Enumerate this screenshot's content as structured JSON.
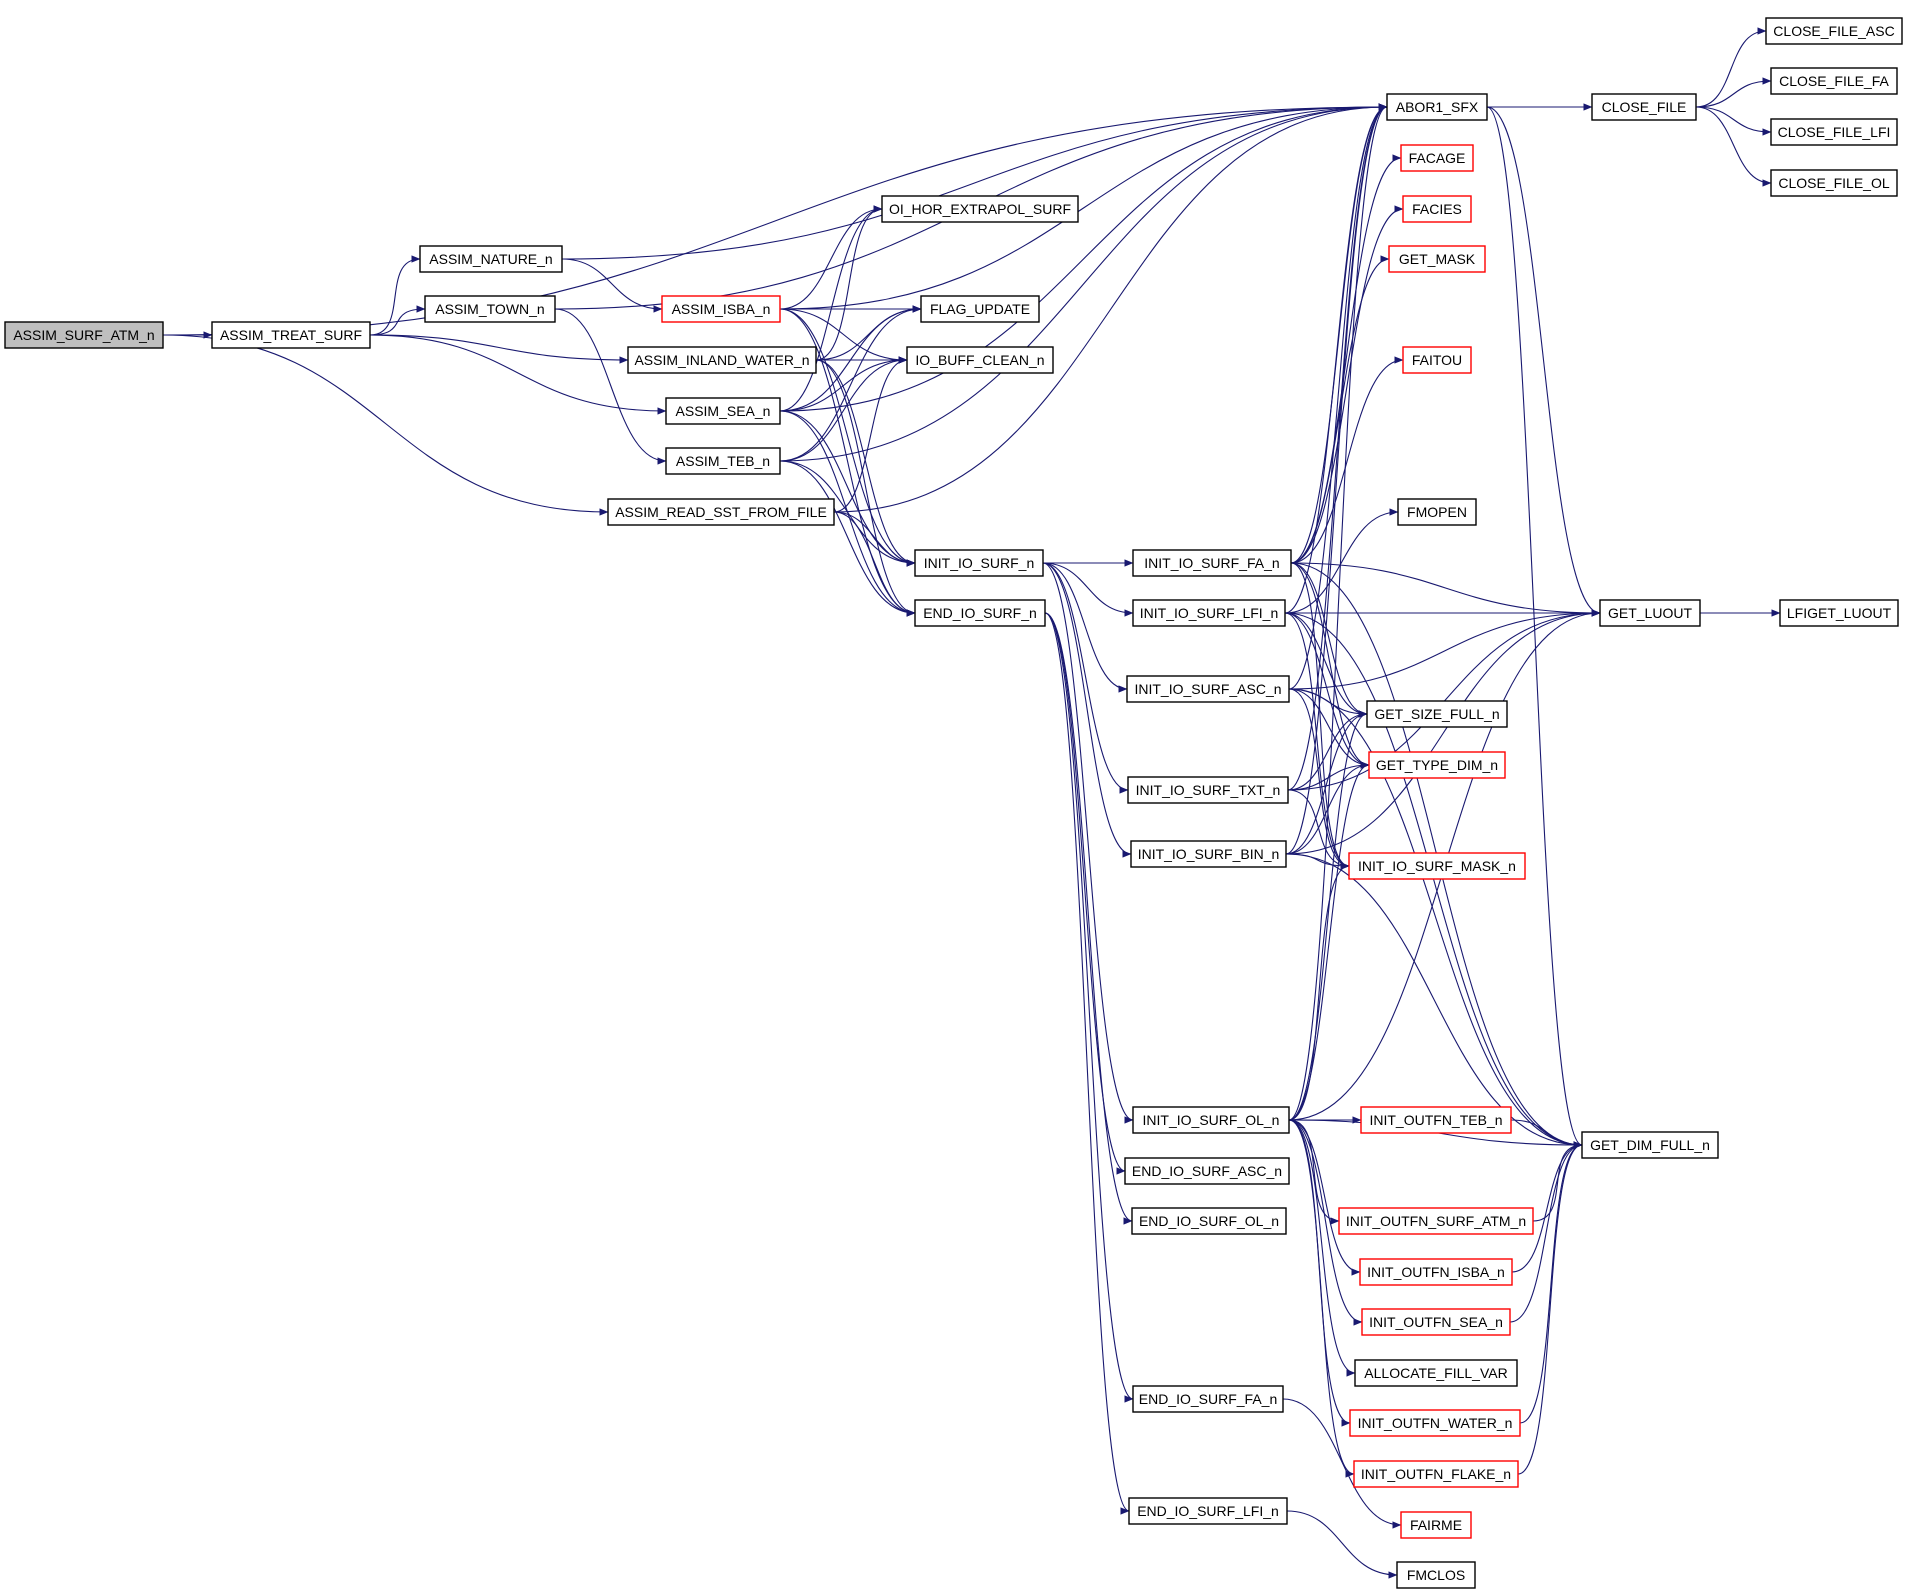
{
  "colors": {
    "edge": "#191970",
    "node_border_default": "#000000",
    "node_border_truncated": "#ff0000",
    "root_fill": "#bfbfbf",
    "node_fill": "#ffffff"
  },
  "nodes": [
    {
      "id": "assim_surf_atm",
      "label": "ASSIM_SURF_ATM_n",
      "kind": "root"
    },
    {
      "id": "assim_treat_surf",
      "label": "ASSIM_TREAT_SURF",
      "kind": "normal"
    },
    {
      "id": "assim_nature",
      "label": "ASSIM_NATURE_n",
      "kind": "normal"
    },
    {
      "id": "assim_town",
      "label": "ASSIM_TOWN_n",
      "kind": "normal"
    },
    {
      "id": "assim_isba",
      "label": "ASSIM_ISBA_n",
      "kind": "truncated"
    },
    {
      "id": "assim_inland_water",
      "label": "ASSIM_INLAND_WATER_n",
      "kind": "normal"
    },
    {
      "id": "assim_sea",
      "label": "ASSIM_SEA_n",
      "kind": "normal"
    },
    {
      "id": "assim_teb",
      "label": "ASSIM_TEB_n",
      "kind": "normal"
    },
    {
      "id": "assim_read_sst",
      "label": "ASSIM_READ_SST_FROM_FILE",
      "kind": "normal"
    },
    {
      "id": "oi_hor",
      "label": "OI_HOR_EXTRAPOL_SURF",
      "kind": "normal"
    },
    {
      "id": "flag_update",
      "label": "FLAG_UPDATE",
      "kind": "normal"
    },
    {
      "id": "io_buff_clean",
      "label": "IO_BUFF_CLEAN_n",
      "kind": "normal"
    },
    {
      "id": "init_io_surf",
      "label": "INIT_IO_SURF_n",
      "kind": "normal"
    },
    {
      "id": "end_io_surf",
      "label": "END_IO_SURF_n",
      "kind": "normal"
    },
    {
      "id": "abor1_sfx",
      "label": "ABOR1_SFX",
      "kind": "normal"
    },
    {
      "id": "facage",
      "label": "FACAGE",
      "kind": "truncated"
    },
    {
      "id": "facies",
      "label": "FACIES",
      "kind": "truncated"
    },
    {
      "id": "get_mask",
      "label": "GET_MASK",
      "kind": "truncated"
    },
    {
      "id": "faitou",
      "label": "FAITOU",
      "kind": "truncated"
    },
    {
      "id": "fmopen",
      "label": "FMOPEN",
      "kind": "normal"
    },
    {
      "id": "init_io_surf_fa",
      "label": "INIT_IO_SURF_FA_n",
      "kind": "normal"
    },
    {
      "id": "init_io_surf_lfi",
      "label": "INIT_IO_SURF_LFI_n",
      "kind": "normal"
    },
    {
      "id": "init_io_surf_asc",
      "label": "INIT_IO_SURF_ASC_n",
      "kind": "normal"
    },
    {
      "id": "init_io_surf_txt",
      "label": "INIT_IO_SURF_TXT_n",
      "kind": "normal"
    },
    {
      "id": "init_io_surf_bin",
      "label": "INIT_IO_SURF_BIN_n",
      "kind": "normal"
    },
    {
      "id": "init_io_surf_ol",
      "label": "INIT_IO_SURF_OL_n",
      "kind": "normal"
    },
    {
      "id": "end_io_surf_asc",
      "label": "END_IO_SURF_ASC_n",
      "kind": "normal"
    },
    {
      "id": "end_io_surf_ol",
      "label": "END_IO_SURF_OL_n",
      "kind": "normal"
    },
    {
      "id": "end_io_surf_fa",
      "label": "END_IO_SURF_FA_n",
      "kind": "normal"
    },
    {
      "id": "end_io_surf_lfi",
      "label": "END_IO_SURF_LFI_n",
      "kind": "normal"
    },
    {
      "id": "get_size_full",
      "label": "GET_SIZE_FULL_n",
      "kind": "normal"
    },
    {
      "id": "get_type_dim",
      "label": "GET_TYPE_DIM_n",
      "kind": "truncated"
    },
    {
      "id": "init_io_surf_mask",
      "label": "INIT_IO_SURF_MASK_n",
      "kind": "truncated"
    },
    {
      "id": "init_outfn_teb",
      "label": "INIT_OUTFN_TEB_n",
      "kind": "truncated"
    },
    {
      "id": "init_outfn_surf_atm",
      "label": "INIT_OUTFN_SURF_ATM_n",
      "kind": "truncated"
    },
    {
      "id": "init_outfn_isba",
      "label": "INIT_OUTFN_ISBA_n",
      "kind": "truncated"
    },
    {
      "id": "init_outfn_sea",
      "label": "INIT_OUTFN_SEA_n",
      "kind": "truncated"
    },
    {
      "id": "allocate_fill_var",
      "label": "ALLOCATE_FILL_VAR",
      "kind": "normal"
    },
    {
      "id": "init_outfn_water",
      "label": "INIT_OUTFN_WATER_n",
      "kind": "truncated"
    },
    {
      "id": "init_outfn_flake",
      "label": "INIT_OUTFN_FLAKE_n",
      "kind": "truncated"
    },
    {
      "id": "fairme",
      "label": "FAIRME",
      "kind": "truncated"
    },
    {
      "id": "fmclos",
      "label": "FMCLOS",
      "kind": "normal"
    },
    {
      "id": "close_file",
      "label": "CLOSE_FILE",
      "kind": "normal"
    },
    {
      "id": "get_luout",
      "label": "GET_LUOUT",
      "kind": "normal"
    },
    {
      "id": "get_dim_full",
      "label": "GET_DIM_FULL_n",
      "kind": "normal"
    },
    {
      "id": "close_file_asc",
      "label": "CLOSE_FILE_ASC",
      "kind": "normal"
    },
    {
      "id": "close_file_fa",
      "label": "CLOSE_FILE_FA",
      "kind": "normal"
    },
    {
      "id": "close_file_lfi",
      "label": "CLOSE_FILE_LFI",
      "kind": "normal"
    },
    {
      "id": "close_file_ol",
      "label": "CLOSE_FILE_OL",
      "kind": "normal"
    },
    {
      "id": "lfiget_luout",
      "label": "LFIGET_LUOUT",
      "kind": "normal"
    }
  ],
  "edges": [
    [
      "assim_surf_atm",
      "assim_treat_surf"
    ],
    [
      "assim_surf_atm",
      "abor1_sfx"
    ],
    [
      "assim_surf_atm",
      "assim_read_sst"
    ],
    [
      "assim_treat_surf",
      "assim_nature"
    ],
    [
      "assim_treat_surf",
      "assim_town"
    ],
    [
      "assim_treat_surf",
      "assim_inland_water"
    ],
    [
      "assim_treat_surf",
      "assim_sea"
    ],
    [
      "assim_nature",
      "abor1_sfx"
    ],
    [
      "assim_nature",
      "assim_isba"
    ],
    [
      "assim_town",
      "abor1_sfx"
    ],
    [
      "assim_town",
      "assim_teb"
    ],
    [
      "assim_isba",
      "abor1_sfx"
    ],
    [
      "assim_isba",
      "oi_hor"
    ],
    [
      "assim_isba",
      "flag_update"
    ],
    [
      "assim_isba",
      "io_buff_clean"
    ],
    [
      "assim_isba",
      "init_io_surf"
    ],
    [
      "assim_isba",
      "end_io_surf"
    ],
    [
      "assim_inland_water",
      "oi_hor"
    ],
    [
      "assim_inland_water",
      "flag_update"
    ],
    [
      "assim_inland_water",
      "io_buff_clean"
    ],
    [
      "assim_inland_water",
      "init_io_surf"
    ],
    [
      "assim_inland_water",
      "end_io_surf"
    ],
    [
      "assim_sea",
      "abor1_sfx"
    ],
    [
      "assim_sea",
      "oi_hor"
    ],
    [
      "assim_sea",
      "flag_update"
    ],
    [
      "assim_sea",
      "io_buff_clean"
    ],
    [
      "assim_sea",
      "init_io_surf"
    ],
    [
      "assim_sea",
      "end_io_surf"
    ],
    [
      "assim_teb",
      "abor1_sfx"
    ],
    [
      "assim_teb",
      "flag_update"
    ],
    [
      "assim_teb",
      "io_buff_clean"
    ],
    [
      "assim_teb",
      "init_io_surf"
    ],
    [
      "assim_teb",
      "end_io_surf"
    ],
    [
      "assim_read_sst",
      "abor1_sfx"
    ],
    [
      "assim_read_sst",
      "io_buff_clean"
    ],
    [
      "assim_read_sst",
      "init_io_surf"
    ],
    [
      "assim_read_sst",
      "end_io_surf"
    ],
    [
      "init_io_surf",
      "init_io_surf_fa"
    ],
    [
      "init_io_surf",
      "init_io_surf_lfi"
    ],
    [
      "init_io_surf",
      "init_io_surf_asc"
    ],
    [
      "init_io_surf",
      "init_io_surf_txt"
    ],
    [
      "init_io_surf",
      "init_io_surf_bin"
    ],
    [
      "init_io_surf",
      "init_io_surf_ol"
    ],
    [
      "end_io_surf",
      "end_io_surf_asc"
    ],
    [
      "end_io_surf",
      "end_io_surf_ol"
    ],
    [
      "end_io_surf",
      "end_io_surf_fa"
    ],
    [
      "end_io_surf",
      "end_io_surf_lfi"
    ],
    [
      "init_io_surf_fa",
      "abor1_sfx"
    ],
    [
      "init_io_surf_fa",
      "facage"
    ],
    [
      "init_io_surf_fa",
      "facies"
    ],
    [
      "init_io_surf_fa",
      "get_mask"
    ],
    [
      "init_io_surf_fa",
      "faitou"
    ],
    [
      "init_io_surf_fa",
      "get_luout"
    ],
    [
      "init_io_surf_fa",
      "get_size_full"
    ],
    [
      "init_io_surf_fa",
      "get_type_dim"
    ],
    [
      "init_io_surf_fa",
      "init_io_surf_mask"
    ],
    [
      "init_io_surf_fa",
      "get_dim_full"
    ],
    [
      "init_io_surf_lfi",
      "abor1_sfx"
    ],
    [
      "init_io_surf_lfi",
      "fmopen"
    ],
    [
      "init_io_surf_lfi",
      "get_size_full"
    ],
    [
      "init_io_surf_lfi",
      "get_type_dim"
    ],
    [
      "init_io_surf_lfi",
      "init_io_surf_mask"
    ],
    [
      "init_io_surf_lfi",
      "get_dim_full"
    ],
    [
      "init_io_surf_lfi",
      "get_luout"
    ],
    [
      "init_io_surf_asc",
      "abor1_sfx"
    ],
    [
      "init_io_surf_asc",
      "get_size_full"
    ],
    [
      "init_io_surf_asc",
      "get_type_dim"
    ],
    [
      "init_io_surf_asc",
      "init_io_surf_mask"
    ],
    [
      "init_io_surf_asc",
      "get_luout"
    ],
    [
      "init_io_surf_asc",
      "get_dim_full"
    ],
    [
      "init_io_surf_txt",
      "abor1_sfx"
    ],
    [
      "init_io_surf_txt",
      "get_size_full"
    ],
    [
      "init_io_surf_txt",
      "get_type_dim"
    ],
    [
      "init_io_surf_txt",
      "init_io_surf_mask"
    ],
    [
      "init_io_surf_txt",
      "get_luout"
    ],
    [
      "init_io_surf_bin",
      "abor1_sfx"
    ],
    [
      "init_io_surf_bin",
      "get_size_full"
    ],
    [
      "init_io_surf_bin",
      "get_type_dim"
    ],
    [
      "init_io_surf_bin",
      "init_io_surf_mask"
    ],
    [
      "init_io_surf_bin",
      "get_dim_full"
    ],
    [
      "init_io_surf_bin",
      "get_luout"
    ],
    [
      "init_io_surf_ol",
      "abor1_sfx"
    ],
    [
      "init_io_surf_ol",
      "get_size_full"
    ],
    [
      "init_io_surf_ol",
      "get_type_dim"
    ],
    [
      "init_io_surf_ol",
      "init_io_surf_mask"
    ],
    [
      "init_io_surf_ol",
      "get_luout"
    ],
    [
      "init_io_surf_ol",
      "init_outfn_teb"
    ],
    [
      "init_io_surf_ol",
      "get_dim_full"
    ],
    [
      "init_io_surf_ol",
      "init_outfn_surf_atm"
    ],
    [
      "init_io_surf_ol",
      "init_outfn_isba"
    ],
    [
      "init_io_surf_ol",
      "init_outfn_sea"
    ],
    [
      "init_io_surf_ol",
      "allocate_fill_var"
    ],
    [
      "init_io_surf_ol",
      "init_outfn_water"
    ],
    [
      "init_io_surf_ol",
      "init_outfn_flake"
    ],
    [
      "end_io_surf_fa",
      "fairme"
    ],
    [
      "end_io_surf_lfi",
      "fmclos"
    ],
    [
      "init_outfn_teb",
      "get_dim_full"
    ],
    [
      "init_outfn_surf_atm",
      "get_dim_full"
    ],
    [
      "init_outfn_isba",
      "get_dim_full"
    ],
    [
      "init_outfn_sea",
      "get_dim_full"
    ],
    [
      "init_outfn_water",
      "get_dim_full"
    ],
    [
      "init_outfn_flake",
      "get_dim_full"
    ],
    [
      "abor1_sfx",
      "close_file"
    ],
    [
      "abor1_sfx",
      "get_luout"
    ],
    [
      "abor1_sfx",
      "get_dim_full"
    ],
    [
      "close_file",
      "close_file_asc"
    ],
    [
      "close_file",
      "close_file_fa"
    ],
    [
      "close_file",
      "close_file_lfi"
    ],
    [
      "close_file",
      "close_file_ol"
    ],
    [
      "get_luout",
      "lfiget_luout"
    ]
  ]
}
